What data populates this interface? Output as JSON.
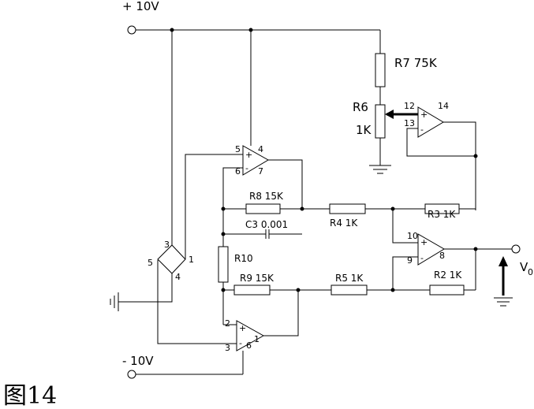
{
  "supply": {
    "positive": "+ 10V",
    "negative": "- 10V"
  },
  "resistors": {
    "r7": "R7  75K",
    "r6_name": "R6",
    "r6_value": "1K",
    "r8": "R8  15K",
    "r4": "R4  1K",
    "r3": "R3  1K",
    "r10": "R10",
    "r9": "R9  15K",
    "r5": "R5  1K",
    "r2": "R2  1K"
  },
  "capacitors": {
    "c3": "C3  0.001"
  },
  "pins": {
    "u_top_p5": "5",
    "u_top_p4": "4",
    "u_top_p6": "6",
    "u_top_p7": "7",
    "u_buf_p12": "12",
    "u_buf_p13": "13",
    "u_buf_p14": "14",
    "u_out_p10": "10",
    "u_out_p9": "9",
    "u_out_p8": "8",
    "u_bot_p2": "2",
    "u_bot_p3": "3",
    "u_bot_p6": "6",
    "u_bot_p1": "1",
    "bridge_p3": "3",
    "bridge_p5": "5",
    "bridge_p4": "4",
    "bridge_p1": "1"
  },
  "opamp_signs": {
    "plus": "+",
    "minus": "-"
  },
  "output_label": "V",
  "output_subscript": "0",
  "caption": "图14"
}
